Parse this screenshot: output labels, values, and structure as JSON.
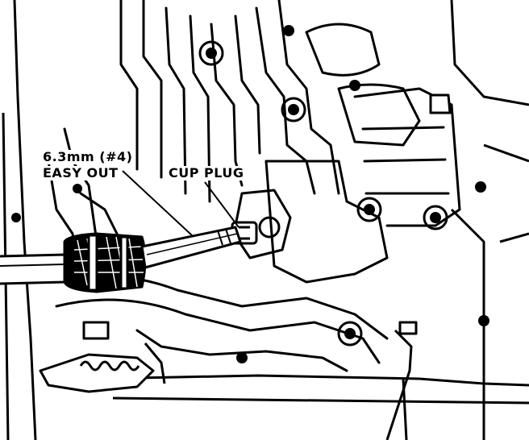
{
  "labels": {
    "tool_size": "6.3mm (#4)",
    "tool_name": "EASY OUT",
    "part_name": "CUP PLUG"
  },
  "colors": {
    "ink": "#000000",
    "paper": "#ffffff"
  }
}
